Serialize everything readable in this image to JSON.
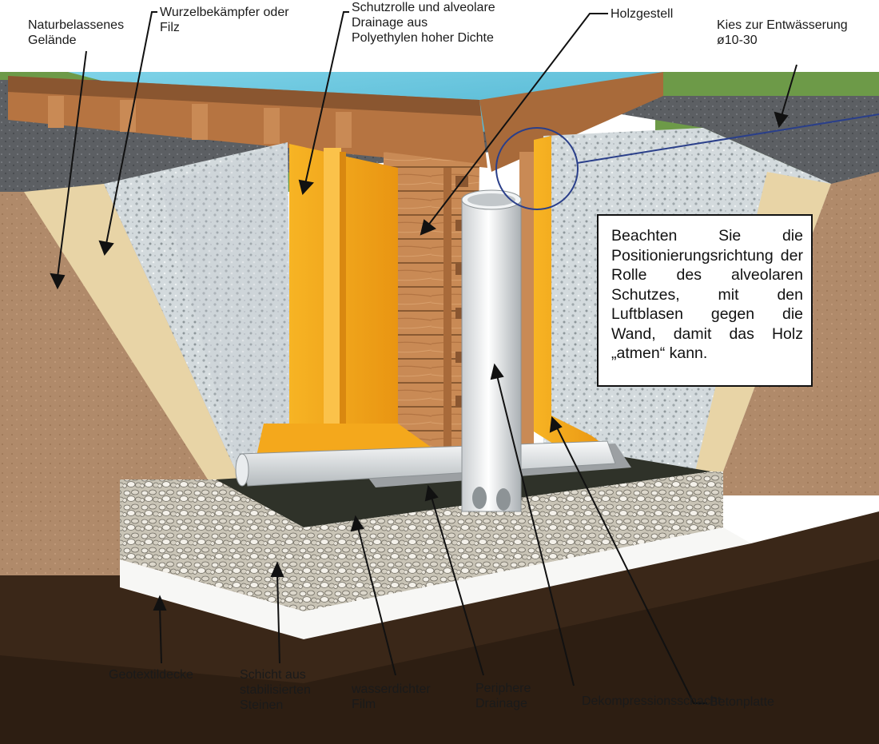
{
  "labels": {
    "terrain": "Naturbelassenes\nGelände",
    "root_barrier": "Wurzelbekämpfer oder\nFilz",
    "protection_roll": "Schutzrolle und alveolare\nDrainage aus\nPolyethylen hoher Dichte",
    "wood_frame": "Holzgestell",
    "drain_gravel": "Kies zur Entwässerung\nø10-30",
    "geotextile": "Geotextildecke",
    "stone_layer": "Schicht aus\nstabilisierten\nSteinen",
    "waterproof_film": "wasserdichter\nFilm",
    "peripheral_drain": "Periphere\nDrainage",
    "decompression_shaft": "Dekompressionsschacht",
    "concrete_slab": "Betonplatte"
  },
  "note": {
    "text": "Beachten Sie die Positionierungsrichtung der Rolle des alveolaren Schutzes, mit den Luftblasen gegen die Wand, damit das Holz „atmen“ kann."
  },
  "colors": {
    "water": "#5cc3dc",
    "wood": "#c98a55",
    "soil": "#b08a6a",
    "sand_fill": "#e8d4a6",
    "gravel": "#d7dde0",
    "asphalt": "#5c5f63",
    "protection_roll": "#f4a81c",
    "subsoil": "#3a2718",
    "callout_circle": "#2a3f8a"
  }
}
